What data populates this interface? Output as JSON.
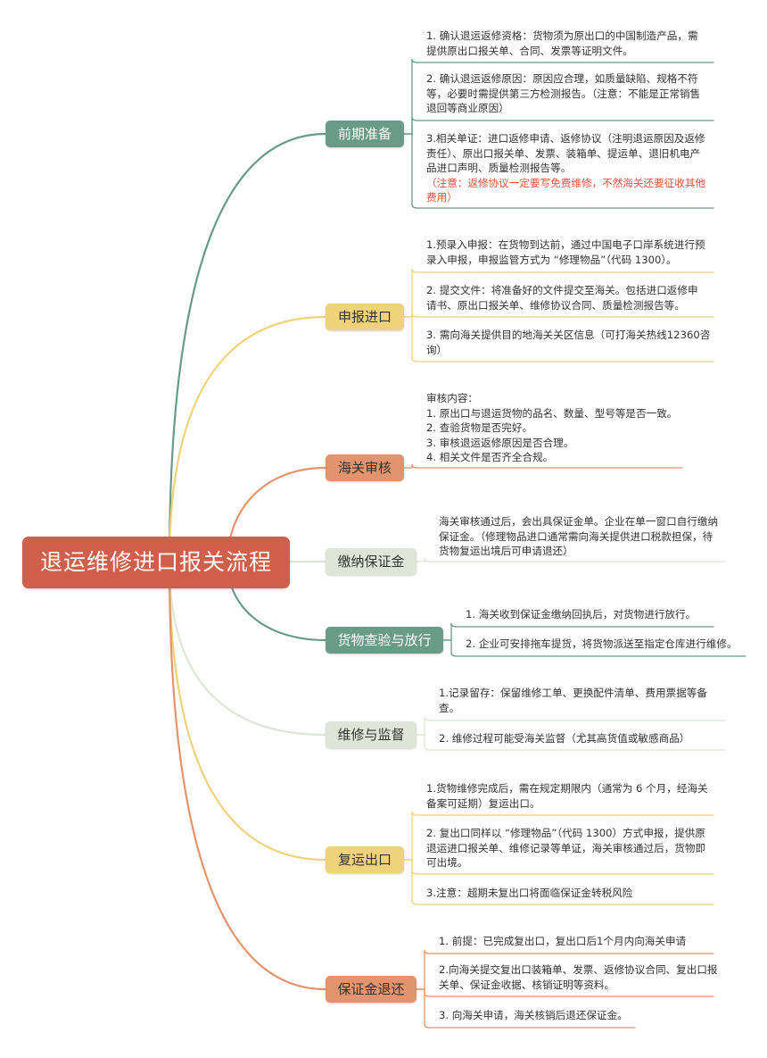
{
  "root": "退运维修进口报关流程",
  "colors": {
    "teal": "#6a9a88",
    "yellow": "#efd27c",
    "orange": "#e4946d",
    "pale": "#dfe6d7",
    "root": "#cf5f4b",
    "note_red": "#e0553f"
  },
  "branches": [
    {
      "label": "前期准备",
      "leaves": [
        {
          "text": "1. 确认退运返修资格：货物须为原出口的中国制造产品，需\n提供原出口报关单、合同、发票等证明文件。"
        },
        {
          "text": "2. 确认退运返修原因：原因应合理，如质量缺陷、规格不符\n等，必要时需提供第三方检测报告。（注意：不能是正常销售\n退回等商业原因）"
        },
        {
          "text": "3.相关单证：进口返修申请、返修协议（注明退运原因及返修\n责任）、原出口报关单、发票、装箱单、提运单、退旧机电产\n品进口声明、质量检测报告等。",
          "note": "（注意：返修协议一定要写免费维修，不然海关还要征收其他\n费用）"
        }
      ]
    },
    {
      "label": "申报进口",
      "leaves": [
        {
          "text": "1.预录入申报：在货物到达前，通过中国电子口岸系统进行预\n录入申报，申报监管方式为 “修理物品”（代码 1300）。"
        },
        {
          "text": "2. 提交文件：将准备好的文件提交至海关。包括进口返修申\n请书、原出口报关单、维修协议合同、质量检测报告等。"
        },
        {
          "text": "3. 需向海关提供目的地海关关区信息（可打海关热线12360咨\n询）"
        }
      ]
    },
    {
      "label": "海关审核",
      "leaves": [
        {
          "text": "审核内容：\n1. 原出口与退运货物的品名、数量、型号等是否一致。\n2. 查验货物是否完好。\n3. 审核退运返修原因是否合理。\n4. 相关文件是否齐全合规。"
        }
      ]
    },
    {
      "label": "缴纳保证金",
      "leaves": [
        {
          "text": "海关审核通过后，会出具保证金单。企业在单一窗口自行缴纳\n保证金。（修理物品进口通常需向海关提供进口税款担保，待\n货物复运出境后可申请退还）"
        }
      ]
    },
    {
      "label": "货物查验与放行",
      "leaves": [
        {
          "text": "1. 海关收到保证金缴纳回执后，对货物进行放行。"
        },
        {
          "text": "2. 企业可安排拖车提货，将货物派送至指定仓库进行维修。"
        }
      ]
    },
    {
      "label": "维修与监督",
      "leaves": [
        {
          "text": "1.记录留存：保留维修工单、更换配件清单、费用票据等备\n查。"
        },
        {
          "text": "2. 维修过程可能受海关监督（尤其高货值或敏感商品）"
        }
      ]
    },
    {
      "label": "复运出口",
      "leaves": [
        {
          "text": "1.货物维修完成后，需在规定期限内（通常为 6 个月，经海关\n备案可延期）复运出口。"
        },
        {
          "text": "2. 复出口同样以 “修理物品”（代码 1300）方式申报，提供原\n退运进口报关单、维修记录等单证，海关审核通过后，货物即\n可出境。"
        },
        {
          "text": "3.注意：超期未复出口将面临保证金转税风险"
        }
      ]
    },
    {
      "label": "保证金退还",
      "leaves": [
        {
          "text": "1. 前提：已完成复出口，复出口后1个月内向海关申请"
        },
        {
          "text": "2.向海关提交复出口装箱单、发票、返修协议合同、复出口报\n关单、保证金收据、核销证明等资料。"
        },
        {
          "text": "3. 向海关申请，海关核销后退还保证金。"
        }
      ]
    }
  ]
}
